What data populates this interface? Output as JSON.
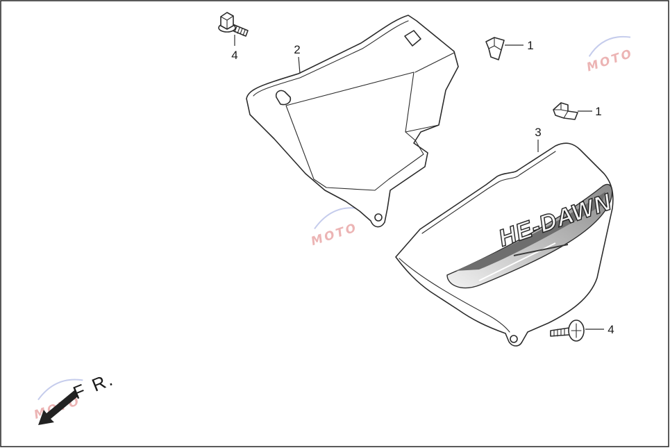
{
  "callouts": [
    {
      "label": "4"
    },
    {
      "label": "2"
    },
    {
      "label": "1"
    },
    {
      "label": "1"
    },
    {
      "label": "3"
    },
    {
      "label": "4"
    }
  ],
  "logo_text": "HE-DAWN",
  "direction_label": "F R.",
  "watermark": "MOTO",
  "colors": {
    "line": "#2b2b2b",
    "stripe_light": "#d6d6d6",
    "stripe_dark": "#7a7a7a",
    "arrow": "#222222"
  }
}
